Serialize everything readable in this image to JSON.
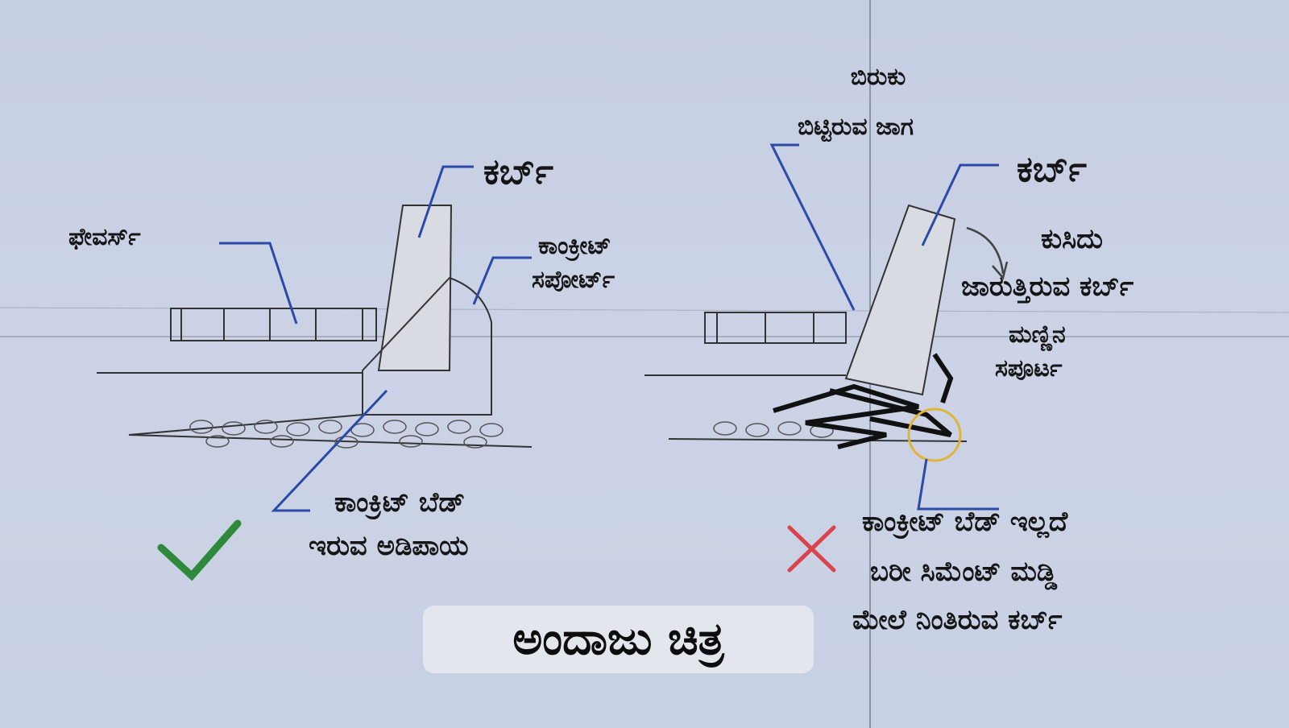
{
  "left_diagram": {
    "pavers_label": "ಫೇವರ್ಸ್",
    "curb_label": "ಕರ್ಬ್",
    "support_line1": "ಕಾಂಕ್ರೀಟ್",
    "support_line2": "ಸಪೋರ್ಟ್",
    "bed_line1": "ಕಾಂಕ್ರಿಟ್ ಬೆಡ್",
    "bed_line2": "ಇರುವ ಅಡಿಪಾಯ",
    "mark": "correct",
    "mark_color": "#2e8a3a"
  },
  "right_diagram": {
    "crack_line1": "ಬಿರುಕು",
    "crack_line2": "ಬಿಟ್ಟಿರುವ ಜಾಗ",
    "curb_label": "ಕರ್ಬ್",
    "sliding_line1": "ಕುಸಿದು",
    "sliding_line2": "ಜಾರುತ್ತಿರುವ ಕರ್ಬ್",
    "soil_line1": "ಮಣ್ಣಿನ",
    "soil_line2": "ಸಪೂರ್ಟ",
    "caption_line1": "ಕಾಂಕ್ರೀಟ್ ಬೆಡ್ ಇಲ್ಲದೆ",
    "caption_line2": "ಬರೀ ಸಿಮೆಂಟ್ ಮಡ್ಡಿ",
    "caption_line3": "ಮೇಲೆ ನಿಂತಿರುವ ಕರ್ಬ್",
    "mark": "wrong",
    "mark_color": "#d9434a"
  },
  "title": "ಅಂದಾಜು ಚಿತ್ರ",
  "leader_color": "#2b4aa8"
}
